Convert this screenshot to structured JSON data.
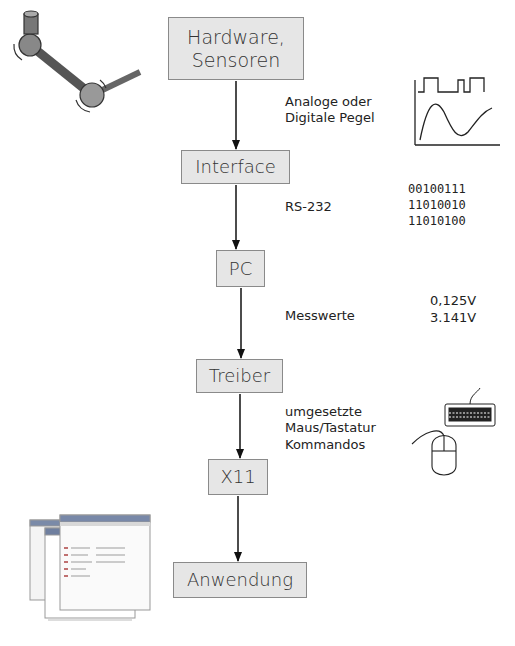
{
  "diagram": {
    "nodes": [
      {
        "text": [
          "Hardware, Sensoren"
        ]
      },
      {
        "text": [
          "Interface"
        ]
      },
      {
        "text": [
          "PC"
        ]
      },
      {
        "text": [
          "Treiber"
        ]
      },
      {
        "text": [
          "X11"
        ]
      },
      {
        "text": [
          "Anwendung"
        ]
      }
    ],
    "edges": [
      {
        "from": 0,
        "to": 1,
        "arrow": "to",
        "label": "Analoge oder Digitale Pegel"
      },
      {
        "from": 1,
        "to": 2,
        "arrow": "to",
        "label": "RS-232"
      },
      {
        "from": 2,
        "to": 3,
        "arrow": "to",
        "label": "Messwerte"
      },
      {
        "from": 3,
        "to": 4,
        "arrow": "to",
        "label": "umgesetzte Maus/Tastatur Kommandos"
      },
      {
        "from": 4,
        "to": 5,
        "arrow": "to"
      }
    ],
    "labels": [
      "00100111",
      "11010010",
      "11010100",
      "0,125V",
      "3.141V"
    ]
  }
}
